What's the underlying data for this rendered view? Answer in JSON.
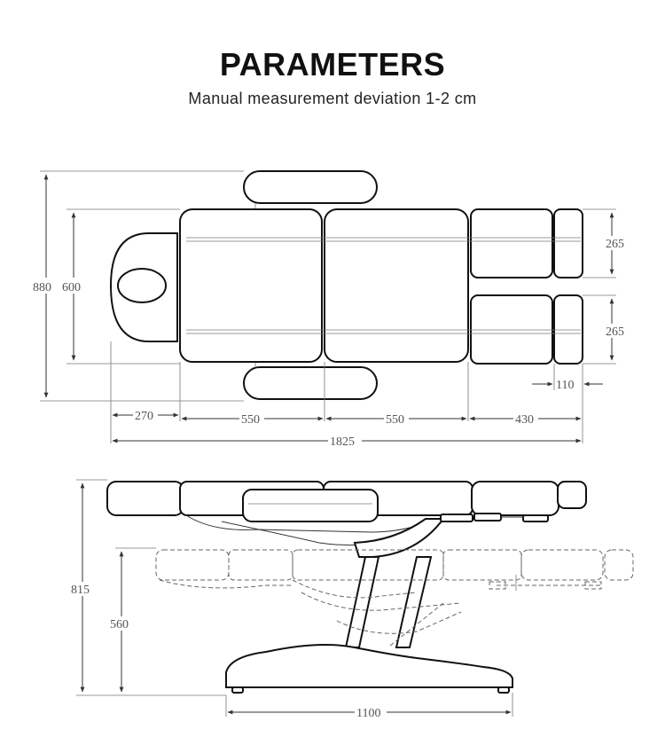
{
  "header": {
    "title": "PARAMETERS",
    "subtitle": "Manual measurement deviation 1-2 cm"
  },
  "top_view": {
    "total_width_outer": "880",
    "total_width_inner": "600",
    "leg_width_upper": "265",
    "leg_width_lower": "265",
    "foot_length": "110",
    "head_length": "270",
    "back_length": "550",
    "seat_length": "550",
    "leg_length": "430",
    "total_length": "1825"
  },
  "side_view": {
    "max_height": "815",
    "min_height": "560",
    "base_length": "1100"
  }
}
